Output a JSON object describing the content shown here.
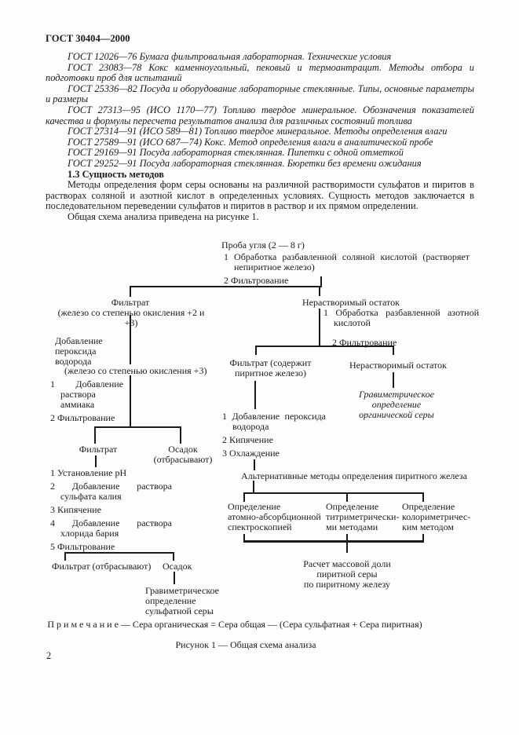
{
  "doc": {
    "header": "ГОСТ 30404—2000",
    "page_number": "2",
    "references": [
      "ГОСТ 12026—76  Бумага фильтровальная лабораторная. Технические условия",
      "ГОСТ 23083—78  Кокс каменноугольный, пековый и термоантрацит. Методы отбора и подготовки проб для испытаний",
      "ГОСТ 25336—82  Посуда и оборудование лабораторные стеклянные. Типы, основные параметры и размеры",
      "ГОСТ 27313—95 (ИСО 1170—77)  Топливо твердое минеральное. Обозначения показателей качества и формулы пересчета результатов анализа для различных состояний топлива",
      "ГОСТ 27314—91 (ИСО 589—81)  Топливо твердое минеральное. Методы определения влаги",
      "ГОСТ 27589—91 (ИСО 687—74)  Кокс. Метод определения влаги в аналитической пробе",
      "ГОСТ 29169—91  Посуда лабораторная стеклянная. Пипетки с одной отметкой",
      "ГОСТ 29252—91  Посуда лабораторная стеклянная. Бюретки без времени ожидания"
    ],
    "section_heading": "1.3 Сущность методов",
    "paragraph1": "Методы определения форм серы основаны на различной растворимости сульфатов и пиритов в растворах соляной и азотной кислот в определенных условиях. Сущность методов заключается в последовательном переведении сульфатов и пиритов в раствор и их прямом определении.",
    "paragraph2": "Общая схема анализа приведена на рисунке 1.",
    "figure": {
      "note": "П р и м е ч а н и е — Сера органическая = Сера общая — (Сера сульфатная + Сера пиритная)",
      "caption": "Рисунок 1 — Общая схема анализа",
      "nodes": {
        "sample": "Проба угля (2 — 8 г)",
        "hcl_step1": "1 Обработка разбавленной соляной кислотой (растворяет непиритное железо)",
        "hcl_step2": "2 Фильтрование",
        "filtrate1": "Фильтрат",
        "filtrate1_sub": "(железо со степенью окисления +2 и +3)",
        "peroxide_label": "Добавление\nпероксида\nводорода",
        "iron3": "(железо со степенью окисления +3)",
        "ammonia_step1": "1 Добавление раствора аммиака",
        "ammonia_step2": "2 Фильтрование",
        "filtrate2": "Фильтрат",
        "sediment_discard": "Осадок\n(отбрасывают)",
        "sulfate_steps": [
          "1 Установление pH",
          "2 Добавление раствора сульфата калия",
          "3 Кипячение",
          "4 Добавление раствора хлорида бария",
          "5 Фильтрование"
        ],
        "filtrate_discard": "Фильтрат (отбрасывают)",
        "sediment2": "Осадок",
        "grav_sulfate": "Гравиметрическое\nопределение\nсульфатной серы",
        "insoluble1": "Нерастворимый остаток",
        "nitric_step1": "1 Обработка разбавленной азотной кислотой",
        "nitric_step2": "2 Фильтрование",
        "filtrate_pyrite": "Фильтрат (содержит\nпиритное железо)",
        "insoluble2": "Нерастворимый остаток",
        "grav_organic": "Гравиметрическое определение\nорганической серы",
        "pyrite_steps": [
          "1 Добавление пероксида водорода",
          "2 Кипячение",
          "3 Охлаждение"
        ],
        "alt_methods_title": "Альтернативные методы определения пиритного железа",
        "method_aas": "Определение\nатомно-абсорбционной\nспектроскопией",
        "method_titr": "Определение\nтитриметрически-\nми методами",
        "method_color": "Определение\nколориметричес-\nким методом",
        "calc_pyrite": "Расчет массовой доли\nпиритной серы\nпо пиритному железу"
      }
    }
  }
}
